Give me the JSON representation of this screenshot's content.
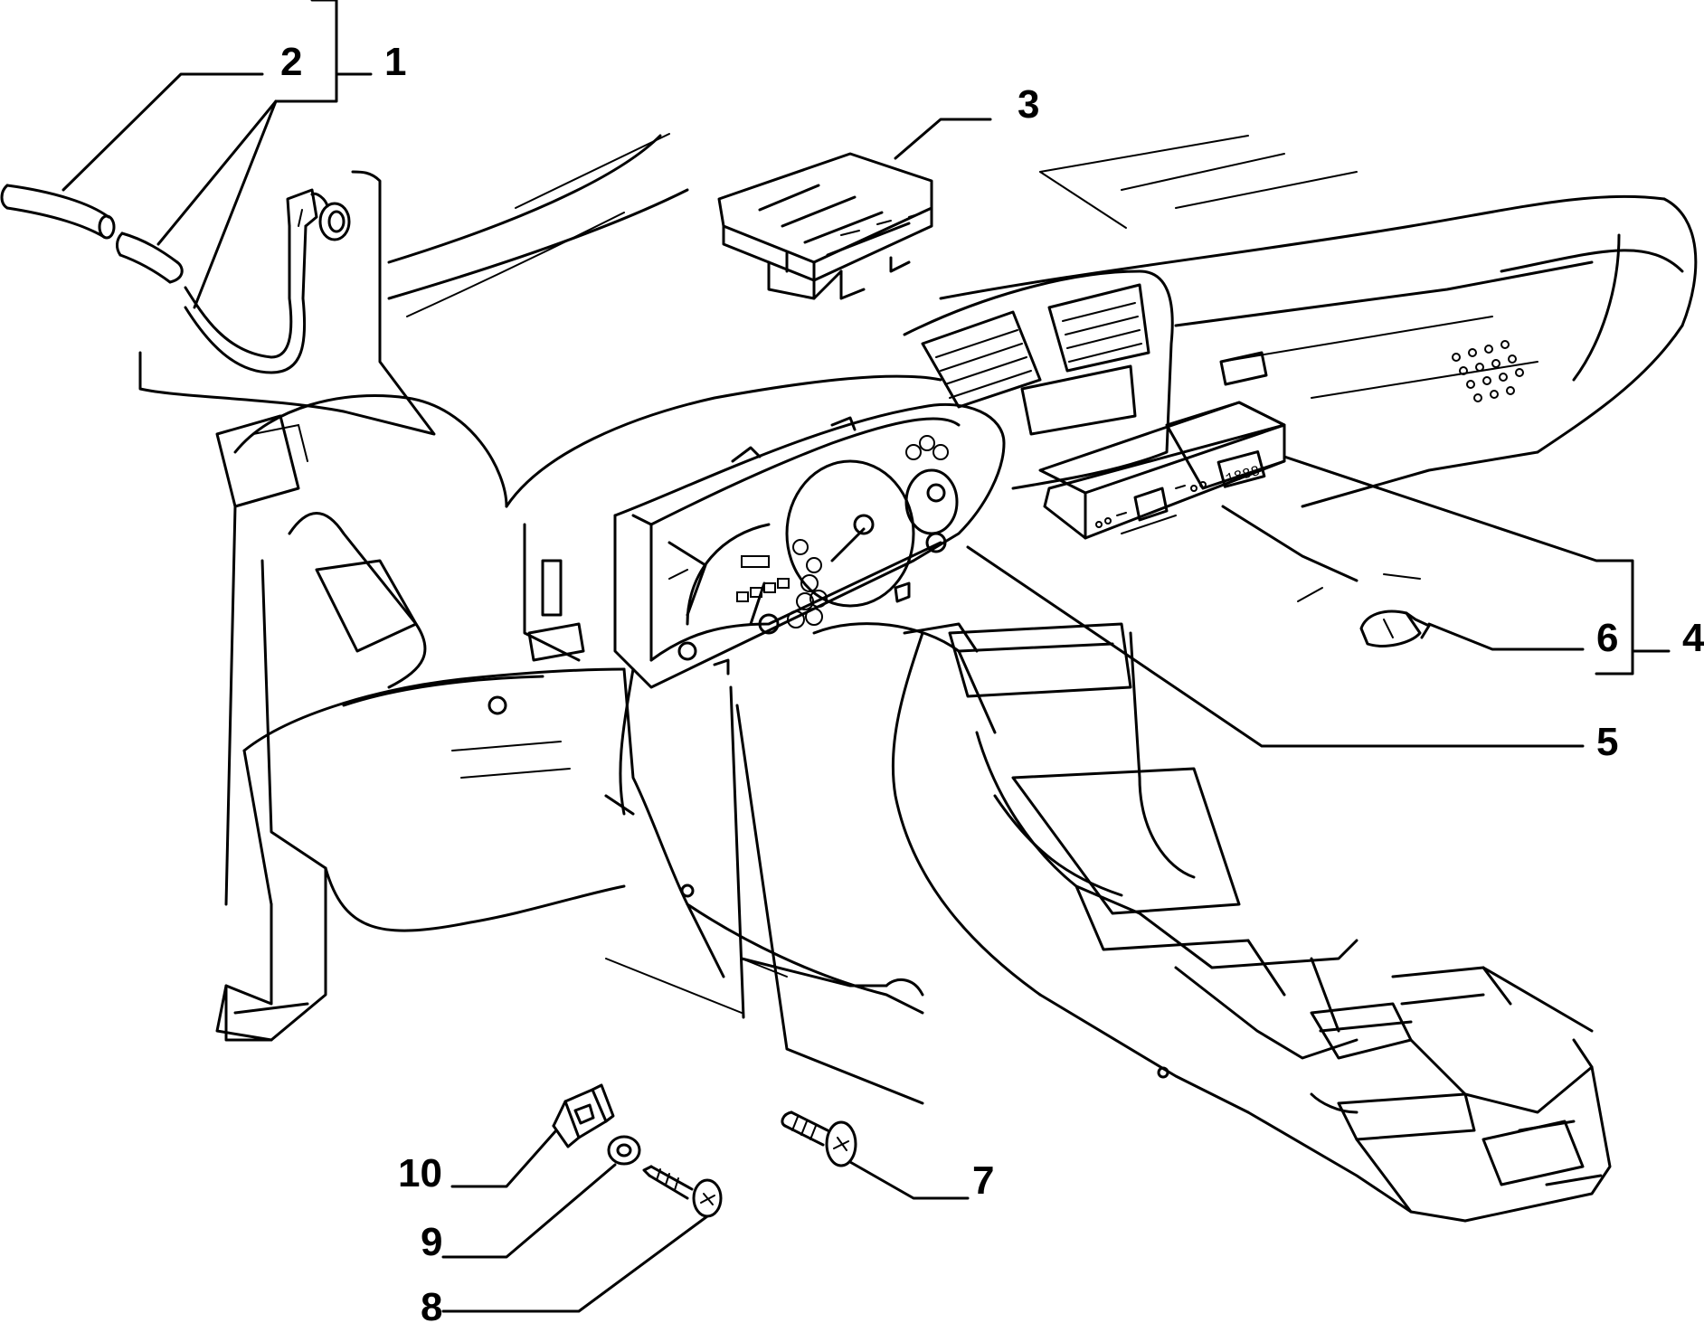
{
  "callouts": [
    {
      "id": "1",
      "label": "1"
    },
    {
      "id": "2",
      "label": "2"
    },
    {
      "id": "3",
      "label": "3"
    },
    {
      "id": "4",
      "label": "4"
    },
    {
      "id": "5",
      "label": "5"
    },
    {
      "id": "6",
      "label": "6"
    },
    {
      "id": "7",
      "label": "7"
    },
    {
      "id": "8",
      "label": "8"
    },
    {
      "id": "9",
      "label": "9"
    },
    {
      "id": "10",
      "label": "10"
    }
  ],
  "parts": [
    "hose",
    "hose-segment",
    "washer-jet-nozzle",
    "fuse-box",
    "clock-display-unit",
    "instrument-cluster",
    "bulb",
    "screw",
    "self-tapping-screw",
    "washer",
    "clip-nut"
  ]
}
